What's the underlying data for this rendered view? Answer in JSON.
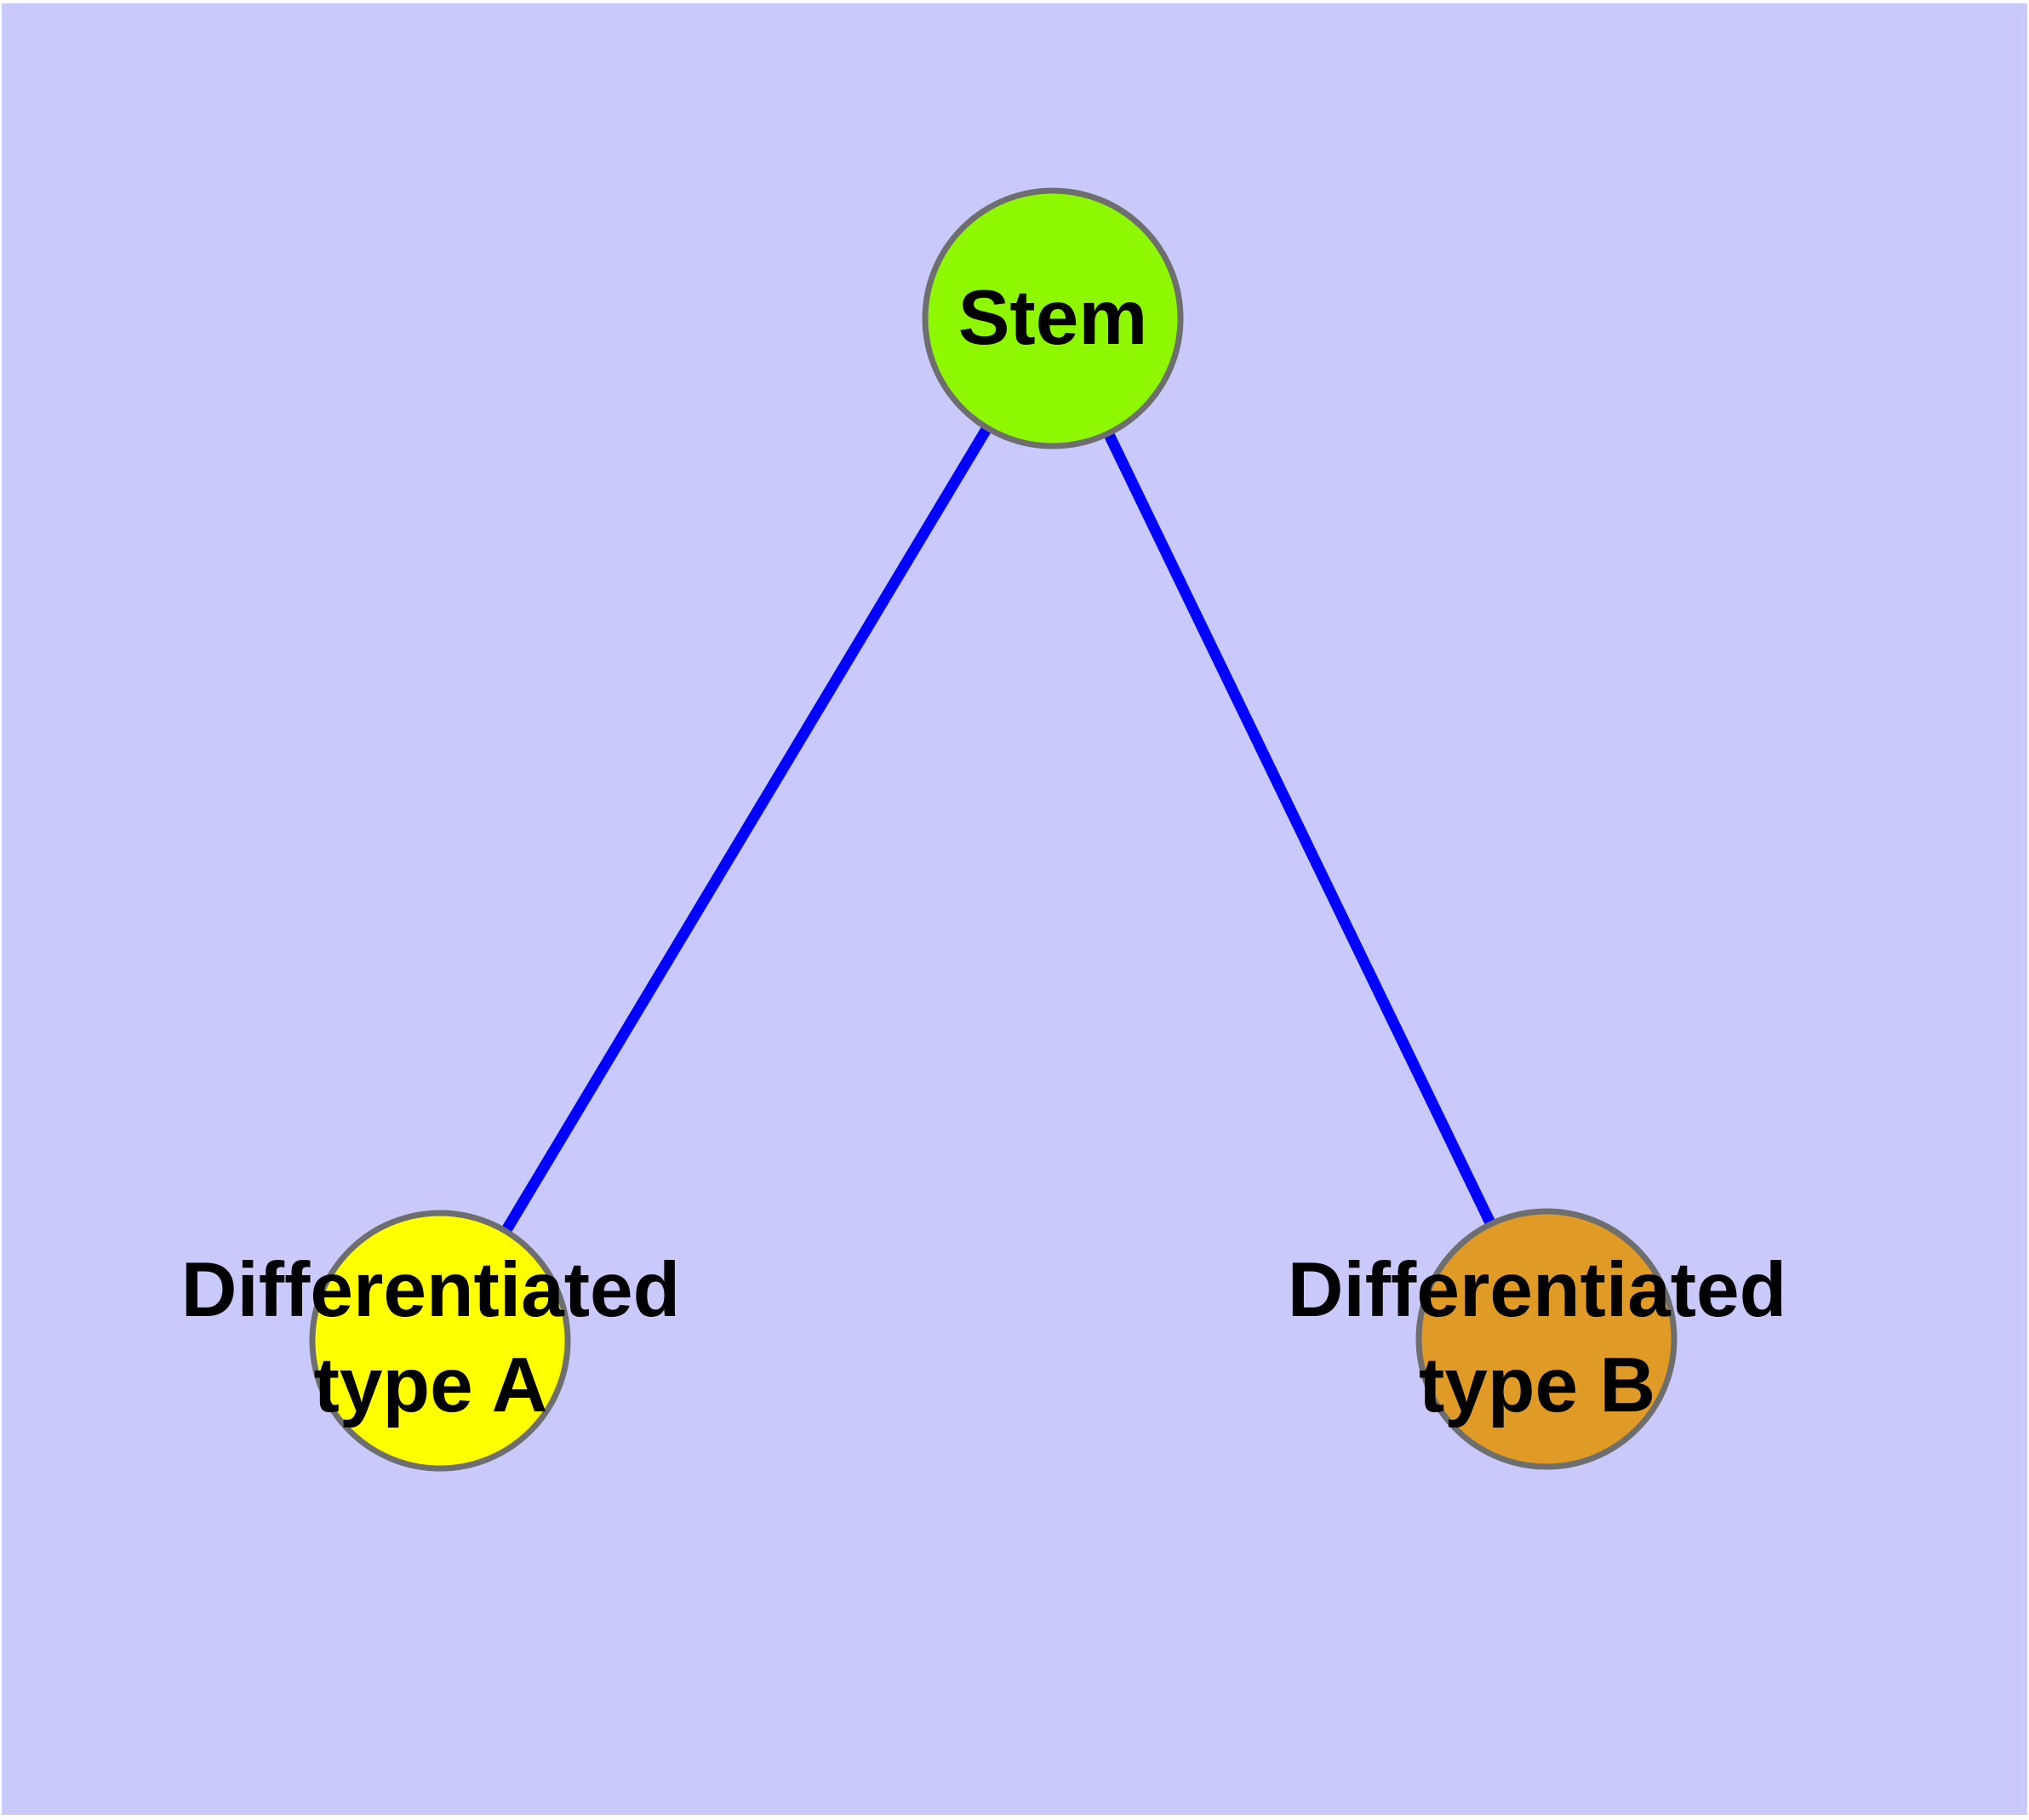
{
  "diagram": {
    "title": "",
    "background_color": "#C9C9FB",
    "edge_color": "#0000FF",
    "node_border_color": "#6E6E6E",
    "label_color": "#000000",
    "nodes": [
      {
        "id": "stem",
        "label": "Stem",
        "color": "#8DF802"
      },
      {
        "id": "differentiated-type-a",
        "label": "Differentiated\ntype A",
        "color": "#FFFF00"
      },
      {
        "id": "differentiated-type-b",
        "label": "Differentiated\ntype B",
        "color": "#E09A26"
      }
    ],
    "edges": [
      {
        "from": "stem",
        "to": "differentiated-type-a"
      },
      {
        "from": "stem",
        "to": "differentiated-type-b"
      }
    ]
  }
}
